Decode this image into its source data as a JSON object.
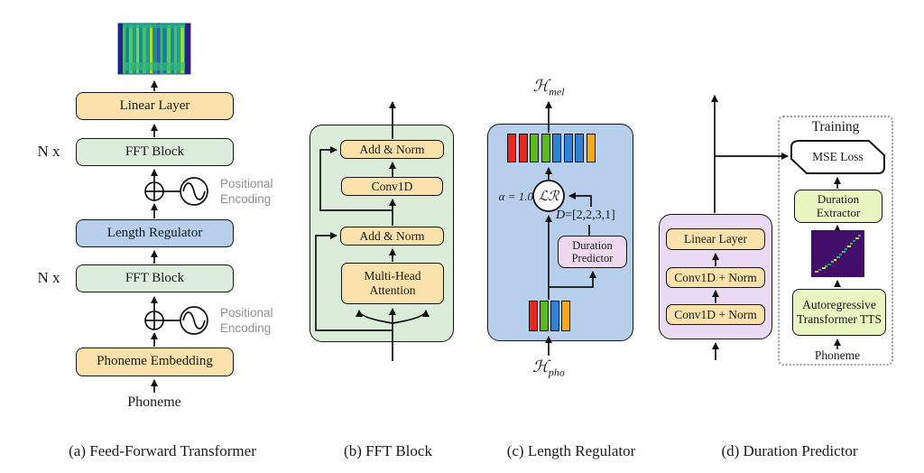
{
  "colors": {
    "box_orange": "#FBE1AB",
    "box_green": "#DCEEDB",
    "box_blue": "#B7CEEC",
    "box_pink": "#EFD8F0",
    "box_lime": "#EAF5C2",
    "container_green": "#DBEDD8",
    "container_blue": "#B7CEEC",
    "container_purple": "#EBDAF3"
  },
  "panel_a": {
    "caption": "(a) Feed-Forward Transformer",
    "n_x": "N x",
    "linear_layer": "Linear Layer",
    "fft_block": "FFT Block",
    "positional_encoding": "Positional Encoding",
    "length_regulator": "Length Regulator",
    "phoneme_embedding": "Phoneme Embedding",
    "phoneme": "Phoneme"
  },
  "panel_b": {
    "caption": "(b) FFT Block",
    "add_norm": "Add & Norm",
    "conv1d": "Conv1D",
    "multi_head_attention": "Multi-Head Attention"
  },
  "panel_c": {
    "caption": "(c) Length Regulator",
    "h_mel_symbol": "ℋ",
    "h_mel_sub": "mel",
    "alpha": "α = 1.0",
    "lr_symbol": "ℒℛ",
    "d_symbol": "D",
    "d_value": "=[2,2,3,1]",
    "duration_predictor": "Duration Predictor",
    "h_pho_symbol": "ℋ",
    "h_pho_sub": "pho",
    "output_bars": [
      "#E6281E",
      "#E6281E",
      "#5CB81F",
      "#5CB81F",
      "#2E82D8",
      "#2E82D8",
      "#2E82D8",
      "#F6A81C"
    ],
    "input_bars": [
      "#E6281E",
      "#5CB81F",
      "#2E82D8",
      "#F6A81C"
    ]
  },
  "panel_d": {
    "caption": "(d) Duration Predictor",
    "linear_layer": "Linear Layer",
    "conv1d_norm": "Conv1D + Norm",
    "training": "Training",
    "mse_loss": "MSE Loss",
    "duration_extractor": "Duration Extractor",
    "autoregressive_tts": "Autoregressive Transformer TTS",
    "phoneme": "Phoneme"
  }
}
